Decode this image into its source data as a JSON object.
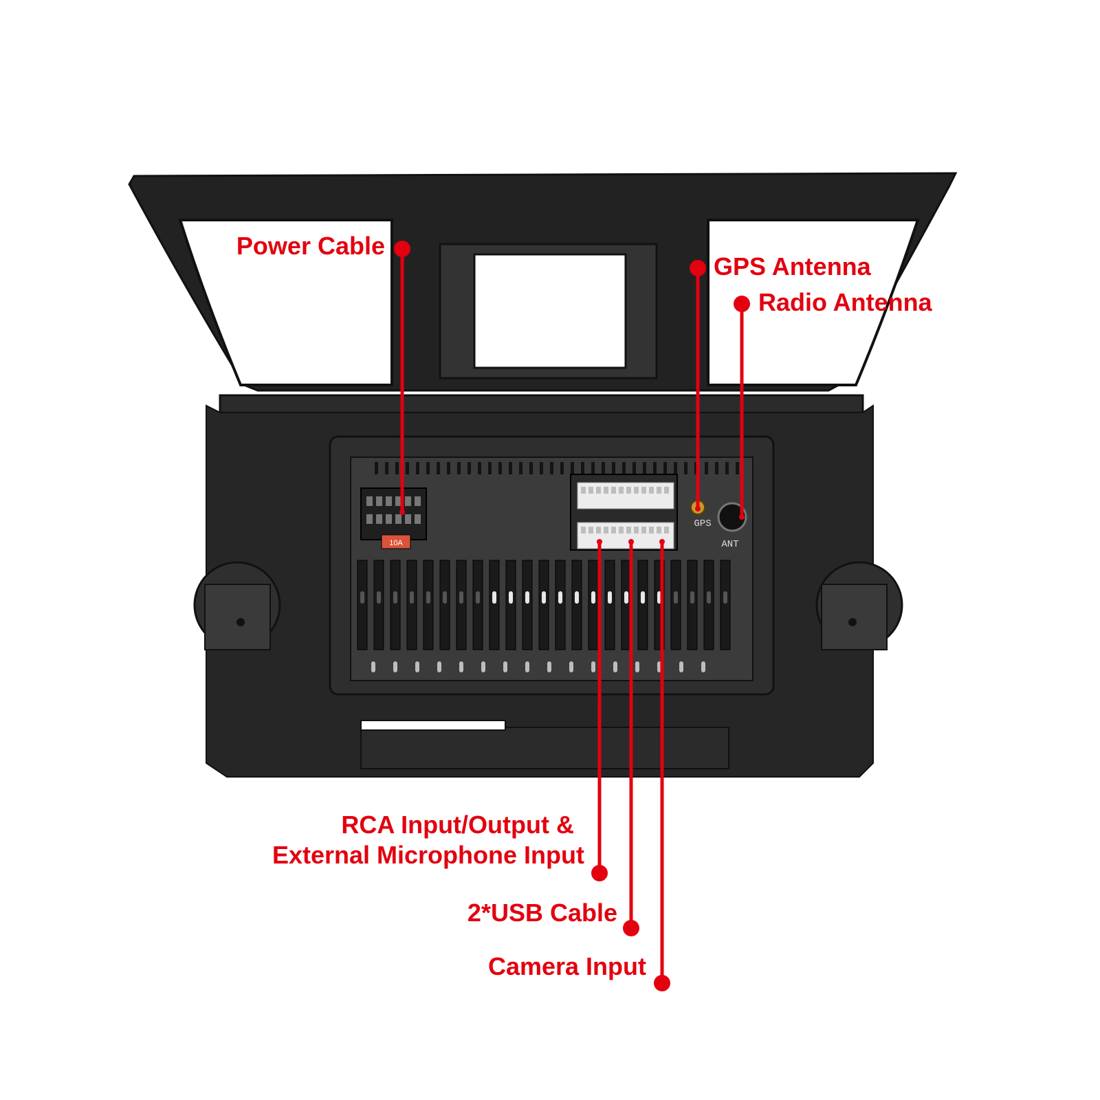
{
  "colors": {
    "callout": "#e3000f",
    "frame": "#2b2b2b",
    "frame_dark": "#151515",
    "panel": "#3a3a3a",
    "connector": "#ececec",
    "background": "#ffffff"
  },
  "device": {
    "port_labels": {
      "gps": "GPS",
      "ant": "ANT",
      "fuse": "10A"
    }
  },
  "callouts": {
    "power": "Power Cable",
    "gps": "GPS Antenna",
    "radio": "Radio Antenna",
    "rca_line1": "RCA Input/Output &",
    "rca_line2": "External Microphone Input",
    "usb": "2*USB Cable",
    "camera": "Camera Input"
  }
}
